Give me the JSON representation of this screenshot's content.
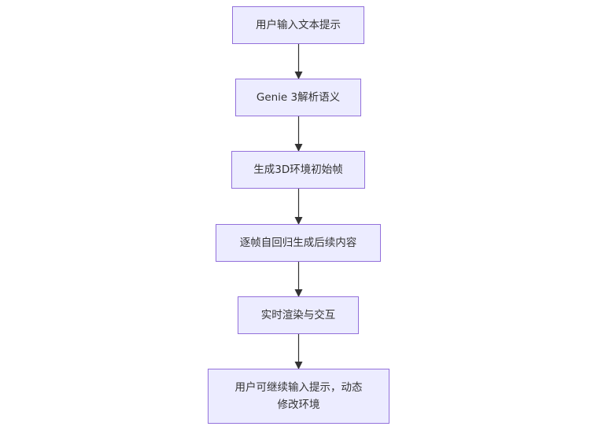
{
  "flowchart": {
    "line_color": "#333333",
    "node_fill": "#ececff",
    "node_border": "#9370db",
    "steps": [
      {
        "label": "用户输入文本提示"
      },
      {
        "label": "Genie 3解析语义"
      },
      {
        "label": "生成3D环境初始帧"
      },
      {
        "label": "逐帧自回归生成后续内容"
      },
      {
        "label": "实时渲染与交互"
      },
      {
        "label": "用户可继续输入提示，动态\n修改环境"
      }
    ]
  }
}
